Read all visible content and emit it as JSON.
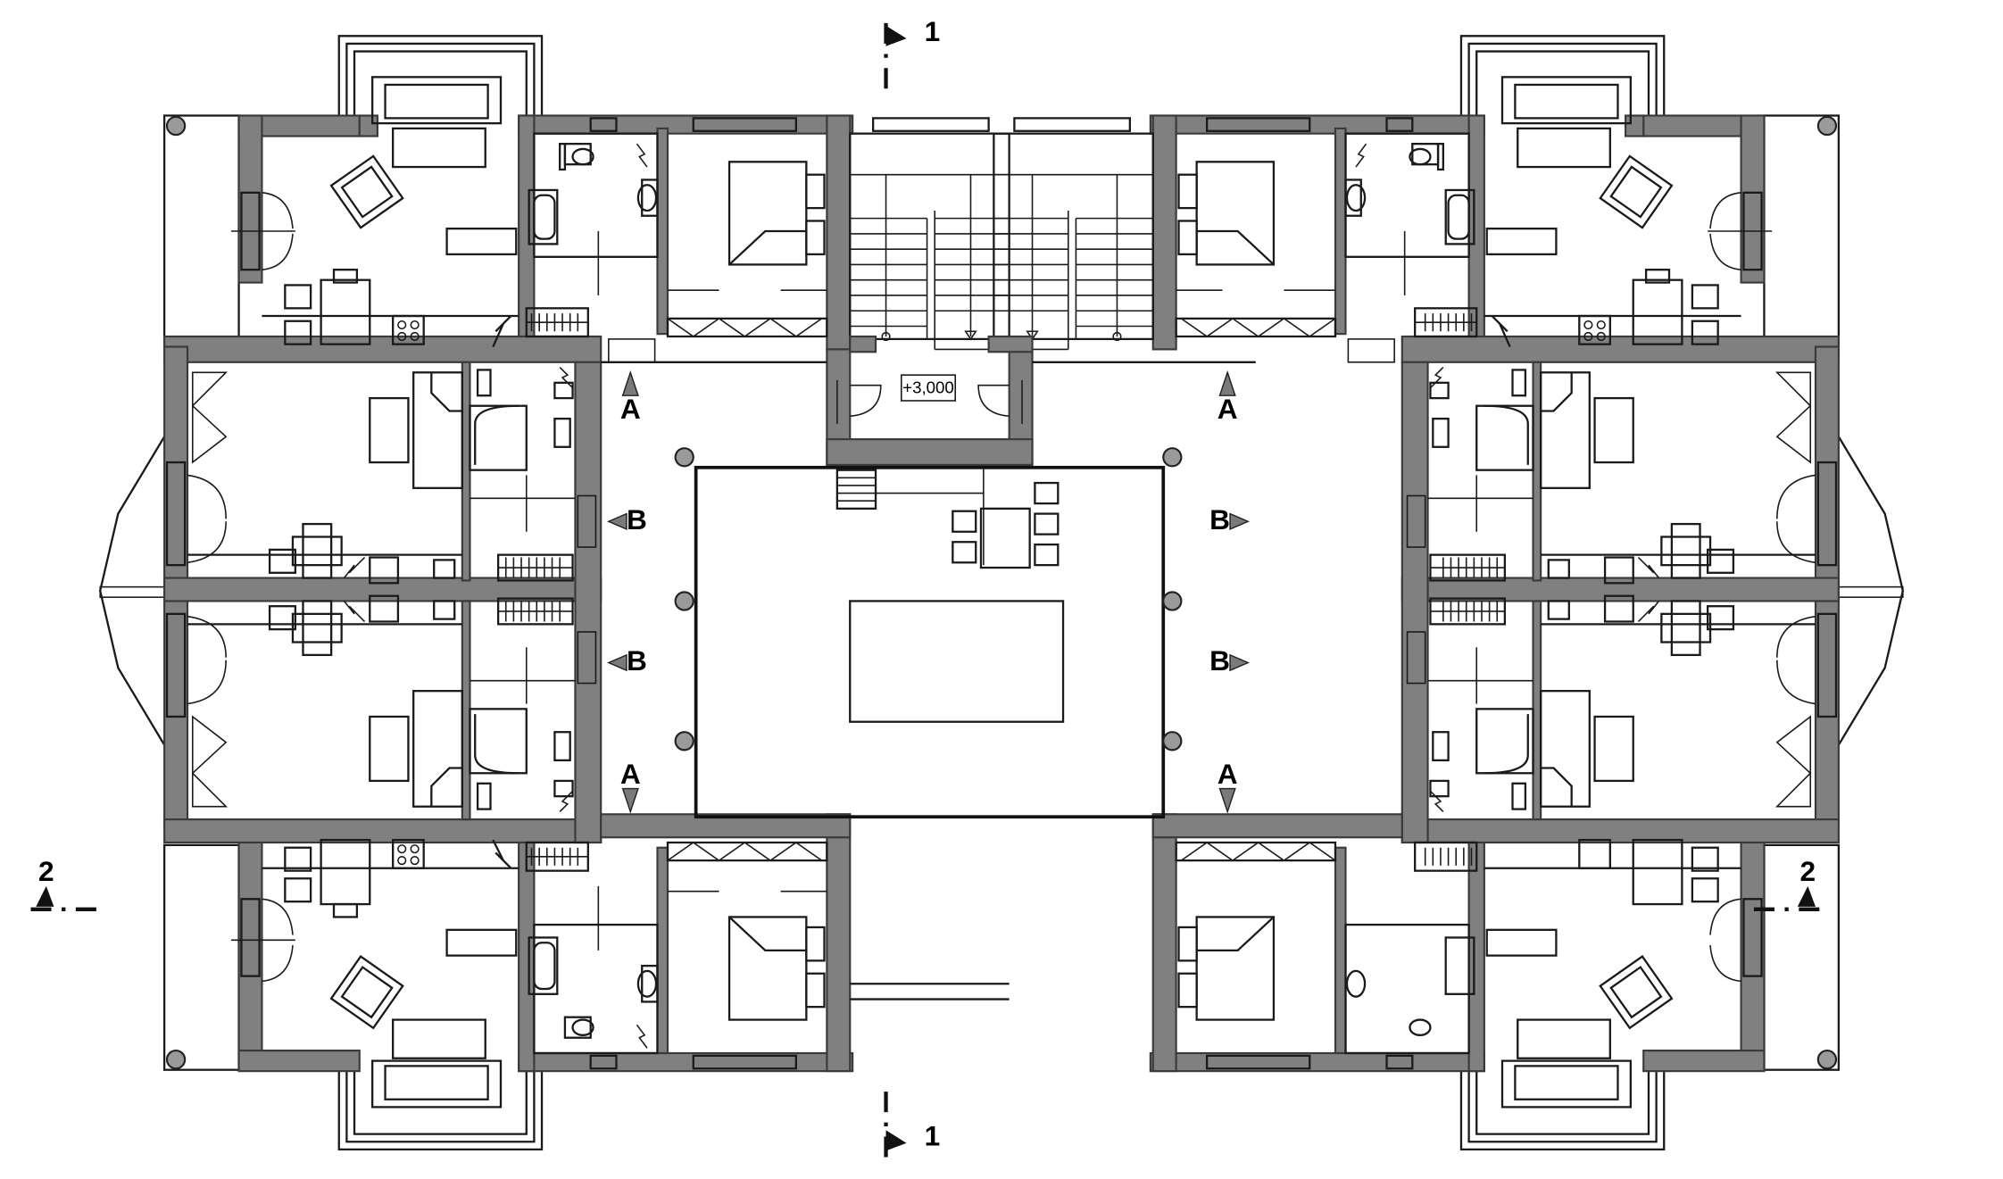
{
  "drawing": {
    "level_mark": "+3,000",
    "section_marks": [
      {
        "id": "sec1_top",
        "label": "1"
      },
      {
        "id": "sec1_bottom",
        "label": "1"
      },
      {
        "id": "sec2_left",
        "label": "2"
      },
      {
        "id": "sec2_right",
        "label": "2"
      }
    ],
    "entry_labels": {
      "a": "A",
      "b": "B"
    },
    "icon": "floor-plan",
    "colors": {
      "wall": "#808080",
      "line": "#1a1a1a",
      "background": "#ffffff"
    }
  }
}
